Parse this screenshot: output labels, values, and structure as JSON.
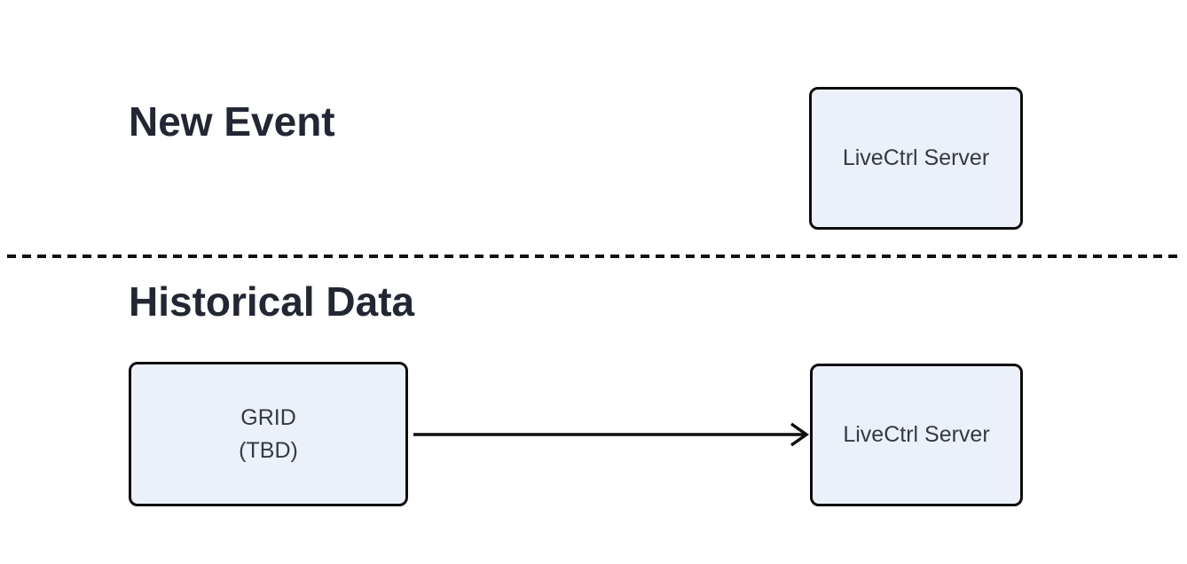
{
  "headings": {
    "new_event": "New Event",
    "historical_data": "Historical Data"
  },
  "nodes": {
    "livectrl_top": {
      "label": "LiveCtrl Server"
    },
    "grid": {
      "line1": "GRID",
      "line2": "(TBD)"
    },
    "livectrl_bottom": {
      "label": "LiveCtrl Server"
    }
  },
  "edges": [
    {
      "from": "GRID (TBD)",
      "to": "LiveCtrl Server",
      "type": "arrow",
      "direction": "right"
    }
  ],
  "divider": {
    "type": "dashed-horizontal",
    "separates": [
      "New Event",
      "Historical Data"
    ]
  },
  "colors": {
    "background": "#FFFFFF",
    "heading_text": "#232733",
    "node_fill": "#ECF0FA",
    "node_border": "#0D0D0D",
    "node_text": "#333A45",
    "line": "#111111"
  }
}
